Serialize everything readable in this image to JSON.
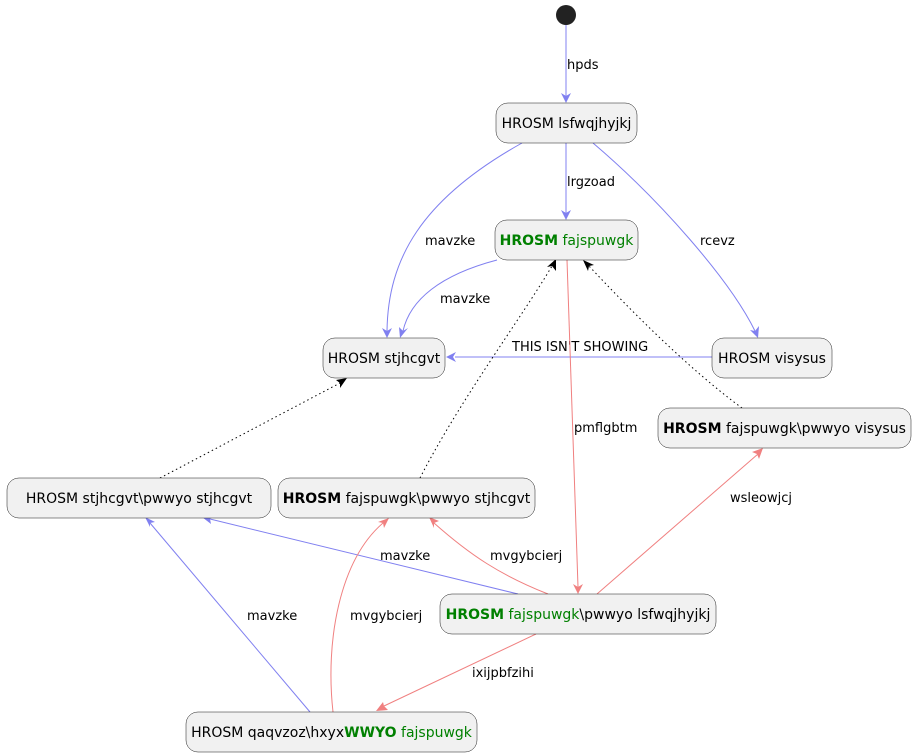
{
  "nodes": {
    "lsf": {
      "parts": [
        {
          "text": "HROSM lsfwqjhyjkj",
          "bold": false,
          "green": false
        }
      ]
    },
    "faj": {
      "parts": [
        {
          "text": "HROSM",
          "bold": true,
          "green": true
        },
        {
          "text": " fajspuwgk",
          "bold": false,
          "green": true
        }
      ]
    },
    "stj": {
      "parts": [
        {
          "text": "HROSM stjhcgvt",
          "bold": false,
          "green": false
        }
      ]
    },
    "vis": {
      "parts": [
        {
          "text": "HROSM visysus",
          "bold": false,
          "green": false
        }
      ]
    },
    "fpv": {
      "parts": [
        {
          "text": "HROSM",
          "bold": true,
          "green": false
        },
        {
          "text": " fajspuwgk\\pwwyo visysus",
          "bold": false,
          "green": false
        }
      ]
    },
    "sps": {
      "parts": [
        {
          "text": "HROSM stjhcgvt\\pwwyo stjhcgvt",
          "bold": false,
          "green": false
        }
      ]
    },
    "fps": {
      "parts": [
        {
          "text": "HROSM",
          "bold": true,
          "green": false
        },
        {
          "text": " fajspuwgk\\pwwyo stjhcgvt",
          "bold": false,
          "green": false
        }
      ]
    },
    "fpl": {
      "parts": [
        {
          "text": "HROSM",
          "bold": true,
          "green": true
        },
        {
          "text": " fajspuwgk",
          "bold": false,
          "green": true
        },
        {
          "text": "\\pwwyo lsfwqjhyjkj",
          "bold": false,
          "green": false
        }
      ]
    },
    "qaq": {
      "parts": [
        {
          "text": "HROSM qaqvzoz\\hxyx",
          "bold": false,
          "green": false
        },
        {
          "text": "WWYO",
          "bold": true,
          "green": true
        },
        {
          "text": " fajspuwgk",
          "bold": false,
          "green": true
        }
      ]
    }
  },
  "edges": {
    "start_lsf": "hpds",
    "lsf_faj": "lrgzoad",
    "lsf_stj": "mavzke",
    "lsf_vis": "rcevz",
    "faj_stj": "mavzke",
    "vis_stj": "THIS ISN'T SHOWING",
    "faj_fpl": "pmflgbtm",
    "fpl_fpv": "wsleowjcj",
    "fpl_fps": "mvgybcierj",
    "fpl_sps": "mavzke",
    "fpl_qaq": "ixijpbfzihi",
    "qaq_sps": "mavzke",
    "qaq_fps": "mvgybcierj"
  },
  "colors": {
    "blue_edge": "#8080f0",
    "red_edge": "#f08080",
    "node_fill": "#f1f1f1",
    "green_text": "#008000"
  }
}
